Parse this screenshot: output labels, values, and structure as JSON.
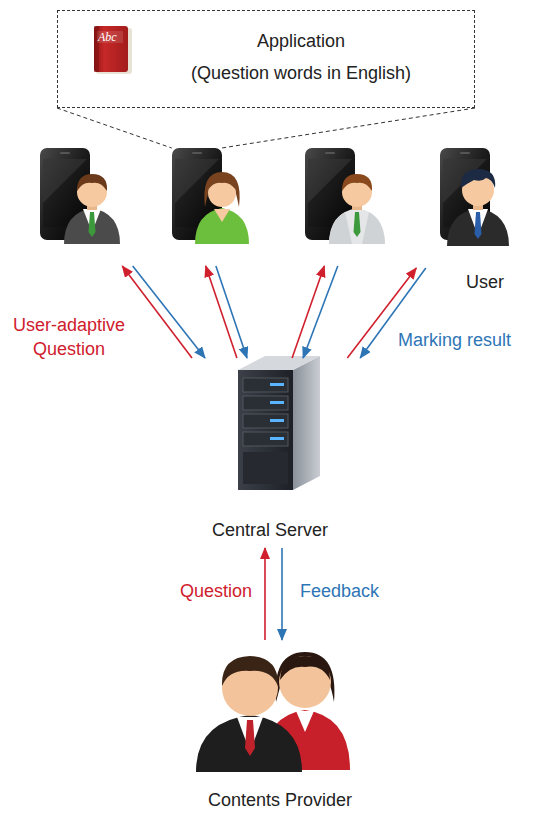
{
  "diagram": {
    "nodes": [
      {
        "text": [
          "Application",
          "(Question words in English)"
        ]
      },
      {
        "text": []
      },
      {
        "text": []
      },
      {
        "text": []
      },
      {
        "text": [
          "User"
        ]
      },
      {
        "text": [
          "Central Server"
        ]
      },
      {
        "text": [
          "Contents Provider"
        ]
      }
    ],
    "edges": [
      {
        "from": 5,
        "to": 1,
        "arrow": "to",
        "label": "User-adaptive Question"
      },
      {
        "from": 1,
        "to": 5,
        "arrow": "to"
      },
      {
        "from": 5,
        "to": 2,
        "arrow": "to"
      },
      {
        "from": 2,
        "to": 5,
        "arrow": "to"
      },
      {
        "from": 5,
        "to": 3,
        "arrow": "to"
      },
      {
        "from": 3,
        "to": 5,
        "arrow": "to"
      },
      {
        "from": 5,
        "to": 4,
        "arrow": "to"
      },
      {
        "from": 4,
        "to": 5,
        "arrow": "to",
        "label": "Marking result"
      },
      {
        "from": 6,
        "to": 5,
        "arrow": "to",
        "label": "Question"
      },
      {
        "from": 5,
        "to": 6,
        "arrow": "to",
        "label": "Feedback"
      },
      {
        "from": 0,
        "to": 2,
        "arrow": "none"
      }
    ],
    "labels": [
      "Abc"
    ]
  }
}
